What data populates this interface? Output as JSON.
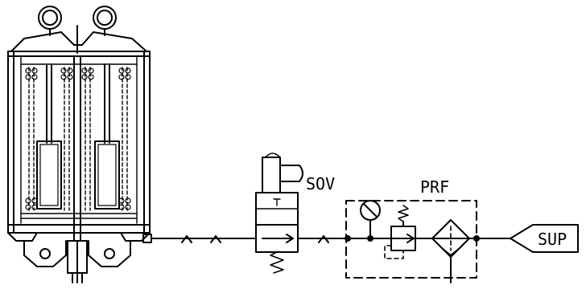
{
  "labels": {
    "sov": "SOV",
    "prf": "PRF",
    "sup": "SUP"
  },
  "colors": {
    "ink": "#000000",
    "paper": "#ffffff"
  },
  "icons": {
    "actuator": "spring-return-actuator-icon",
    "solenoid_valve": "solenoid-valve-icon",
    "gauge": "pressure-gauge-icon",
    "regulator": "pressure-regulator-icon",
    "filter": "filter-icon",
    "supply": "supply-arrow-icon"
  }
}
